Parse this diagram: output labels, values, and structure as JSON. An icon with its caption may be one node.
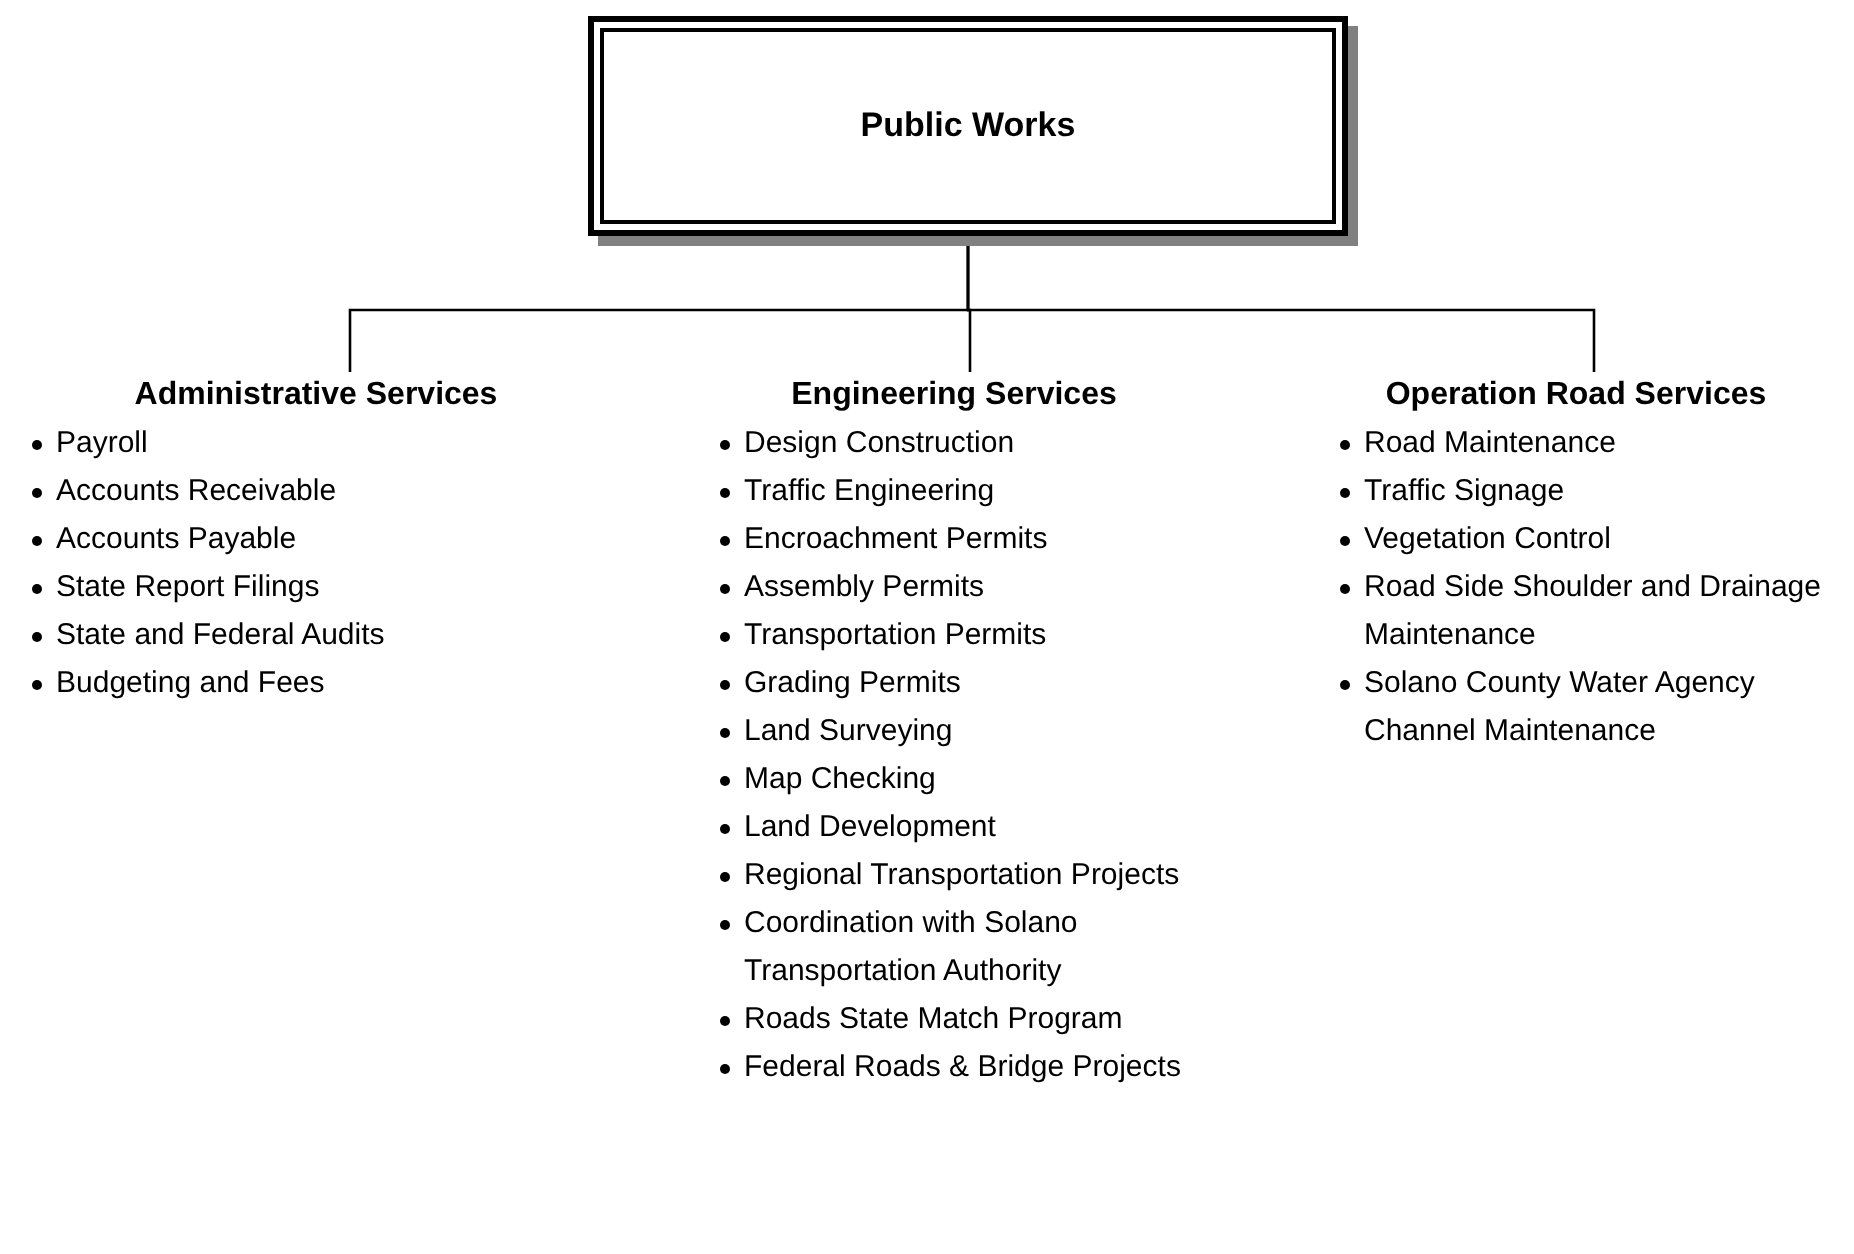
{
  "diagram": {
    "nodes": [
      {
        "text": [
          "Public Works"
        ]
      },
      {
        "text": [
          "Administrative Services",
          "Payroll",
          "Accounts Receivable",
          "Accounts Payable",
          "State Report Filings",
          "State and Federal Audits",
          "Budgeting and Fees"
        ]
      },
      {
        "text": [
          "Engineering Services",
          "Design Construction",
          "Traffic Engineering",
          "Encroachment Permits",
          "Assembly Permits",
          "Transportation Permits",
          "Grading Permits",
          "Land Surveying",
          "Map Checking",
          "Land Development",
          "Regional Transportation Projects",
          "Coordination with Solano Transportation Authority",
          "Roads State Match Program",
          "Federal Roads & Bridge Projects"
        ]
      },
      {
        "text": [
          "Operation Road Services",
          "Road Maintenance",
          "Traffic Signage",
          "Vegetation Control",
          "Road Side Shoulder and Drainage Maintenance",
          "Solano County Water Agency Channel Maintenance"
        ]
      }
    ],
    "edges": [
      {
        "from": 0,
        "to": 1,
        "arrow": "none"
      },
      {
        "from": 0,
        "to": 2,
        "arrow": "none"
      },
      {
        "from": 0,
        "to": 3,
        "arrow": "none"
      }
    ]
  }
}
